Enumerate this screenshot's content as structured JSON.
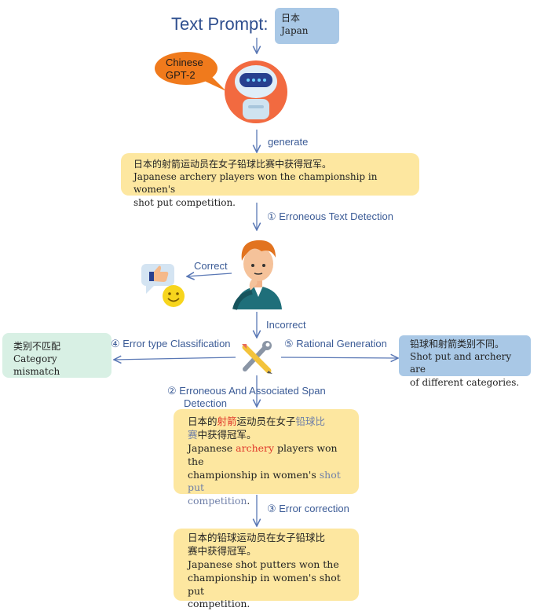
{
  "title": "Text Prompt:",
  "prompt_box": {
    "zh": "日本",
    "en": "Japan"
  },
  "model_bubble": {
    "line1": "Chinese",
    "line2": "GPT-2"
  },
  "steps": {
    "generate": "generate",
    "step1": "① Erroneous Text Detection",
    "correct": "Correct",
    "incorrect": "Incorrect",
    "step4": "④ Error type Classification",
    "step5": "⑤ Rational Generation",
    "step2_line1": "② Erroneous And  Associated Span",
    "step2_line2": "Detection",
    "step3": "③ Error correction"
  },
  "generated": {
    "zh": "日本的射箭运动员在女子铅球比赛中获得冠军。",
    "en_line1": "Japanese archery players won the championship in women's",
    "en_line2": "shot put competition."
  },
  "classification": {
    "zh": "类别不匹配",
    "en": "Category mismatch"
  },
  "rationale": {
    "zh": "铅球和射箭类别不同。",
    "en_line1": "Shot put and archery are",
    "en_line2": "of different categories."
  },
  "span": {
    "zh_a": "日本的",
    "zh_err": "射箭",
    "zh_b": "运动员在女子",
    "zh_assoc1": "铅球比",
    "zh_assoc2": "赛",
    "zh_c": "中获得冠军。",
    "en_a": "Japanese ",
    "en_err": "archery",
    "en_b": " players won the",
    "en_line2": "championship in women's ",
    "en_assoc1": "shot put",
    "en_assoc2": "competition",
    "en_end": "."
  },
  "corrected": {
    "zh_line1": "日本的铅球运动员在女子铅球比",
    "zh_line2": "赛中获得冠军。",
    "en_line1": "Japanese shot putters won the",
    "en_line2": "championship in women's shot put",
    "en_line3": "competition."
  },
  "colors": {
    "arrow": "#5a78b5",
    "title": "#2f4f8f",
    "blue_box": "#a9c8e6",
    "yellow_box": "#fde7a0",
    "green_box": "#d8f0e4",
    "bubble": "#f07a1c",
    "error_red": "#e0392b",
    "assoc_slate": "#6f7fa8"
  },
  "icons": [
    "robot-icon",
    "person-thinking-icon",
    "thumbs-up-icon",
    "smiley-icon",
    "tools-icon"
  ]
}
